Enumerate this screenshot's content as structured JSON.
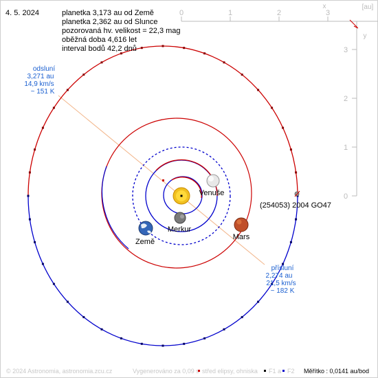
{
  "date": "4. 5. 2024",
  "info": {
    "earth_distance": "planetka 3,173 au od Země",
    "sun_distance": "planetka 2,362 au od Slunce",
    "magnitude": "pozorovaná hv. velikost = 22,3 mag",
    "period": "oběžná doba 4,616 let",
    "interval": "interval bodů 42,2 dnů"
  },
  "axes": {
    "unit": "[au]",
    "x_label": "x",
    "y_label": "y",
    "x_ticks": [
      "0",
      "1",
      "2",
      "3"
    ],
    "y_ticks": [
      "3",
      "2",
      "1",
      "0"
    ]
  },
  "aphelion": {
    "title": "odsluní",
    "distance": "3,271 au",
    "speed": "14,9 km/s",
    "temperature": "~ 151 K"
  },
  "perihelion": {
    "title": "přísluní",
    "distance": "2,274 au",
    "speed": "21,5 km/s",
    "temperature": "~ 182 K"
  },
  "bodies": {
    "venus": "Venuše",
    "mercury": "Merkur",
    "earth": "Země",
    "mars": "Mars",
    "asteroid": "(254053) 2004 GO47"
  },
  "footer": {
    "copyright": "© 2024 Astronomia, astronomia.zcu.cz",
    "generated": "Vygenerováno za 0,09 s",
    "center_legend": "střed elipsy, ohniska",
    "f1_legend": "F1 a",
    "f2_legend": "F2",
    "scale": "Měřítko : 0,0141 au/bod"
  },
  "colors": {
    "above_ecliptic": "#cc0000",
    "below_ecliptic": "#0000cc",
    "annotation": "#1a5fd0",
    "axis": "#bbbbbb",
    "apsis_line": "#f2b58a"
  }
}
